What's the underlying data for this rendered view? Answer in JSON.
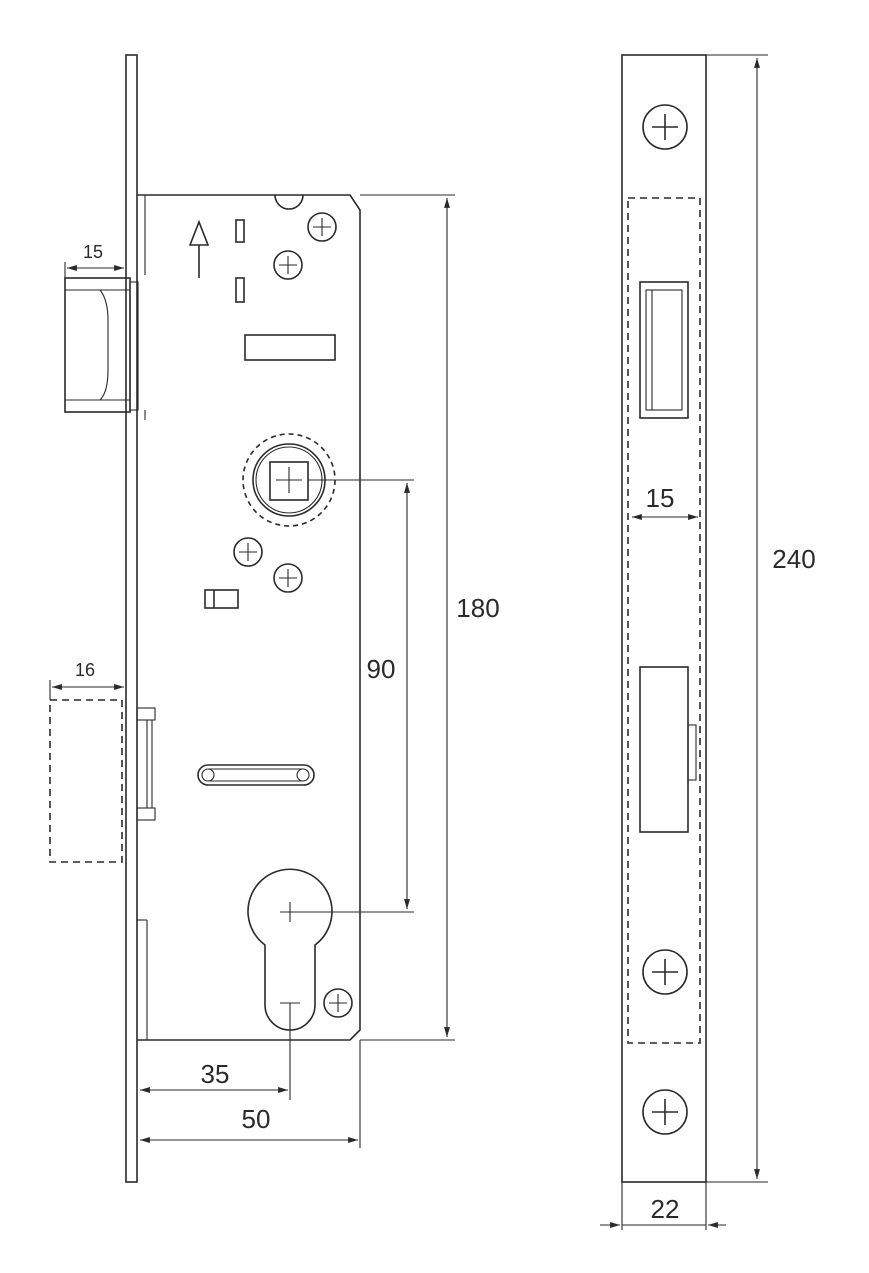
{
  "drawing": {
    "side_view": {
      "latch_projection": "15",
      "deadbolt_projection": "16",
      "spindle_to_cylinder": "90",
      "body_height": "180",
      "backset": "35",
      "body_depth": "50"
    },
    "front_view": {
      "latch_width": "15",
      "faceplate_height": "240",
      "faceplate_width": "22"
    }
  }
}
